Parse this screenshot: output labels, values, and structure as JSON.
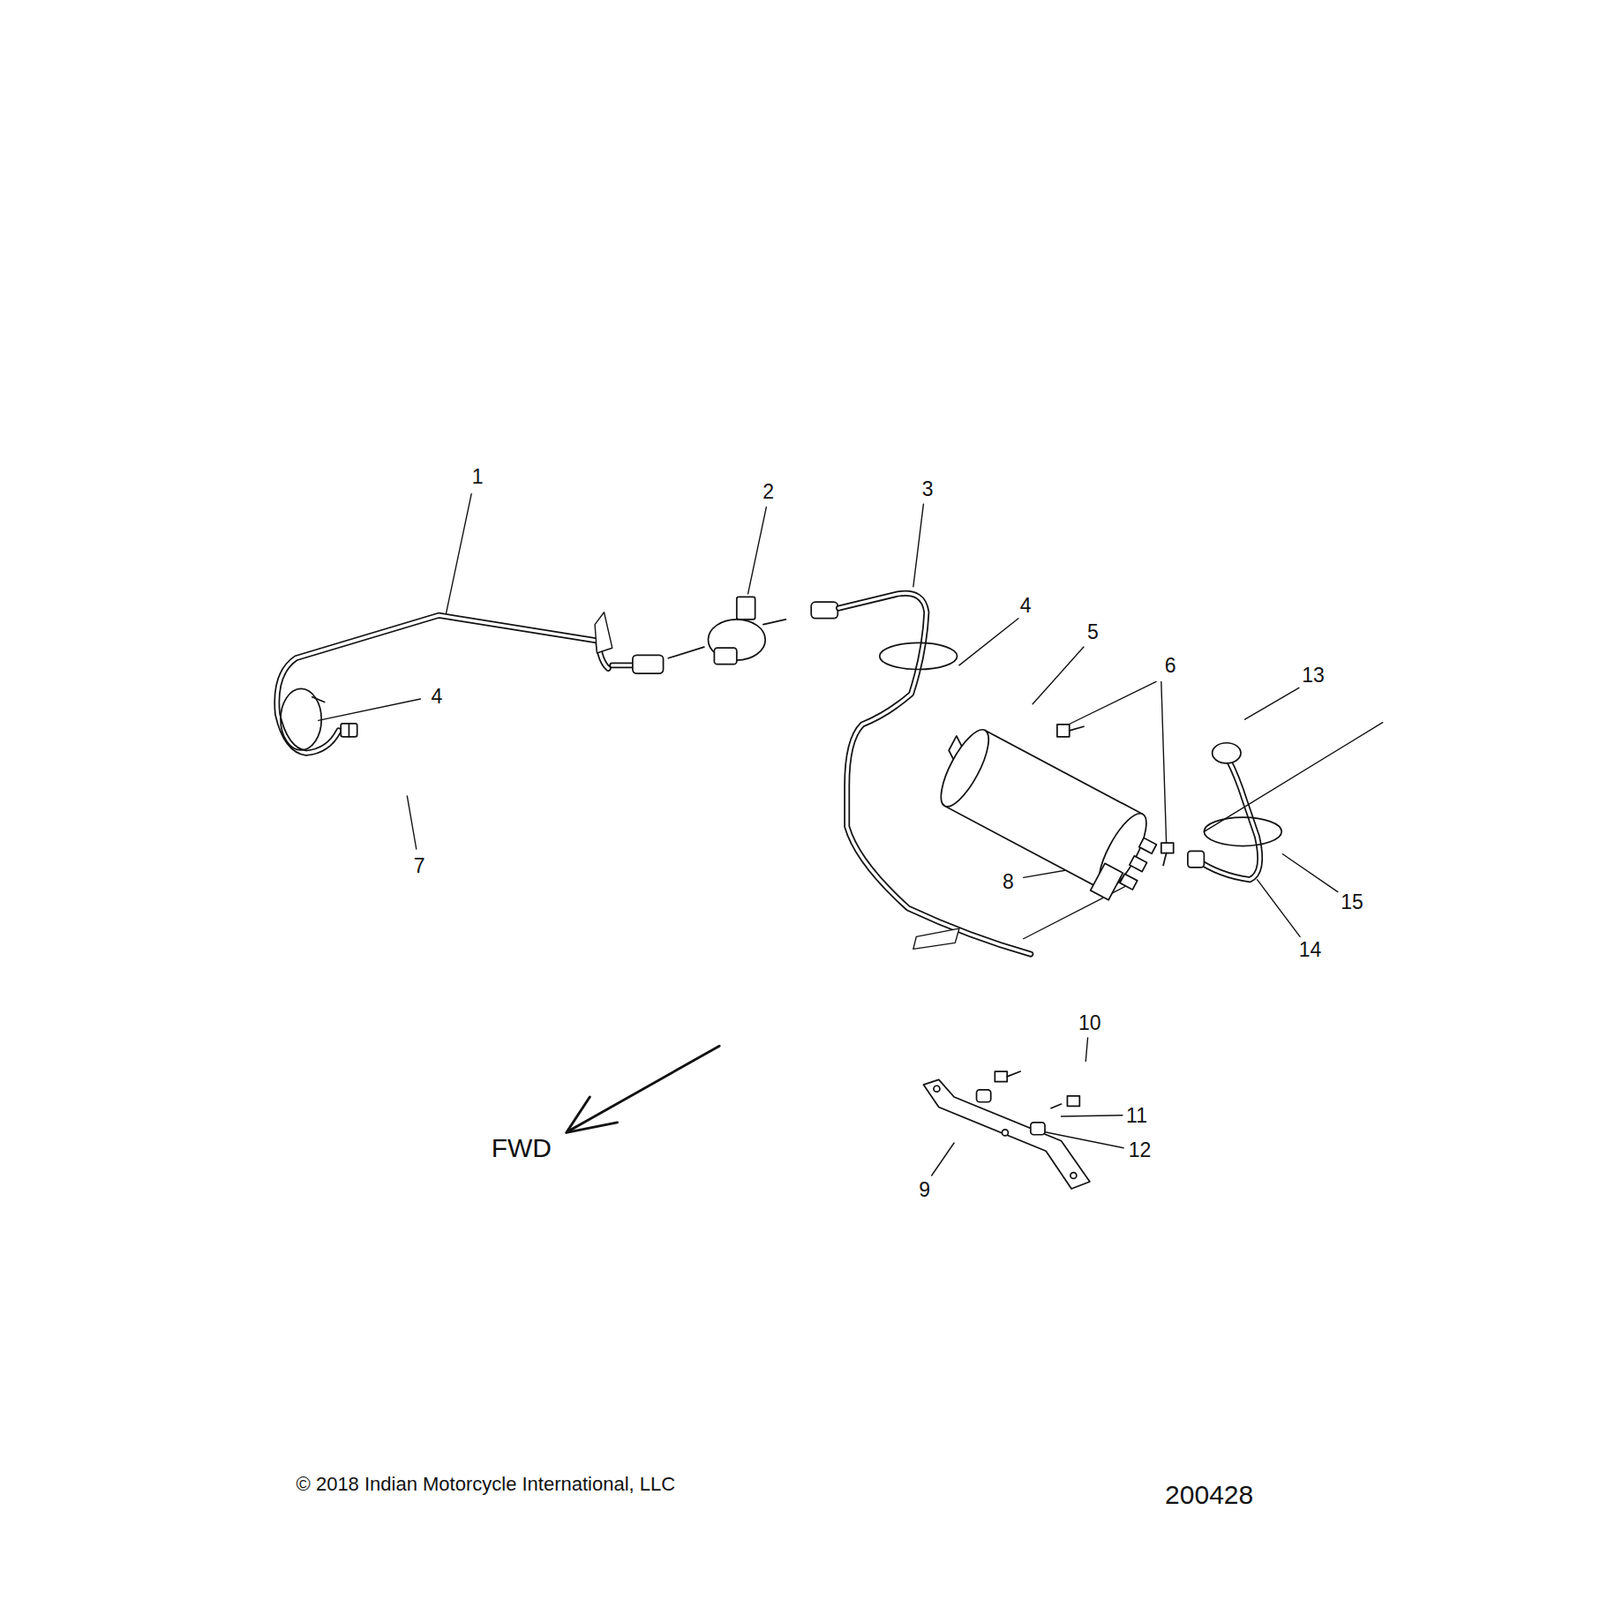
{
  "diagram": {
    "labels": [
      "1",
      "2",
      "3",
      "4",
      "4",
      "5",
      "6",
      "7",
      "8",
      "9",
      "10",
      "11",
      "12",
      "13",
      "14",
      "15",
      "FWD",
      "© 2018 Indian Motorcycle International, LLC",
      "200428"
    ]
  }
}
